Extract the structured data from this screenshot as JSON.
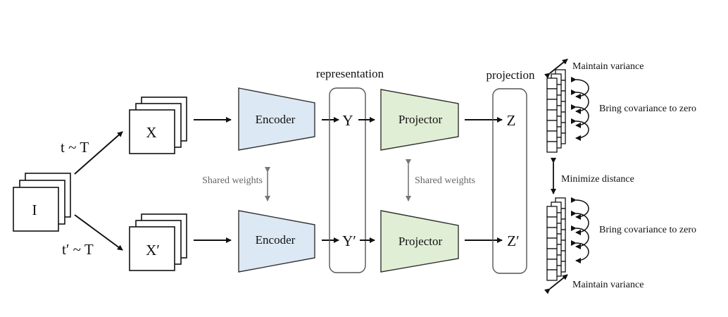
{
  "input": {
    "label": "I"
  },
  "views": {
    "top": {
      "label": "X",
      "transform": "t ~ T"
    },
    "bottom": {
      "label": "X′",
      "transform": "t′ ~ T"
    }
  },
  "encoder": {
    "label": "Encoder",
    "color": "#dce8f4",
    "shared_label": "Shared weights"
  },
  "representation": {
    "title": "representation",
    "top": "Y",
    "bottom": "Y′"
  },
  "projector": {
    "label": "Projector",
    "color": "#e0eed5",
    "shared_label": "Shared weights"
  },
  "projection": {
    "title": "projection",
    "top": "Z",
    "bottom": "Z′"
  },
  "regularization": {
    "variance_top": "Maintain  variance",
    "covariance_top": "Bring covariance  to zero",
    "invariance": "Minimize  distance",
    "covariance_bottom": "Bring covariance  to zero",
    "variance_bottom": "Maintain  variance"
  },
  "colors": {
    "arrow": "#111111",
    "shared_arrow": "#777777"
  }
}
